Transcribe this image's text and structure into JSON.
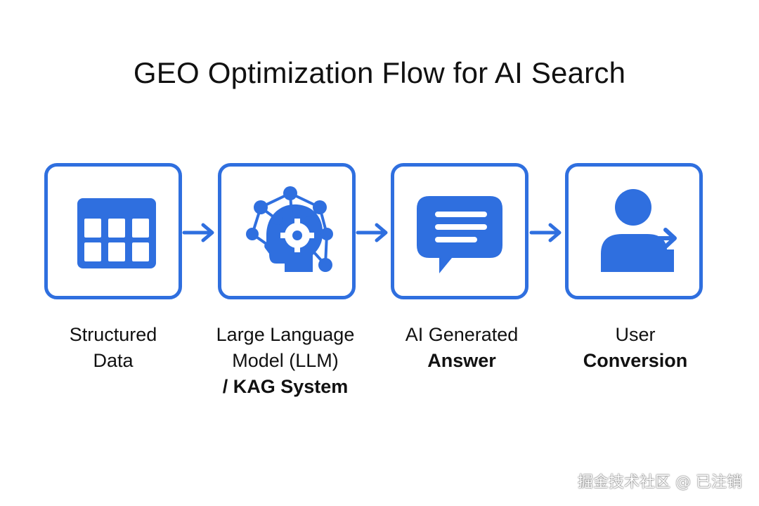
{
  "title": "GEO Optimization Flow for AI Search",
  "accent_color": "#2f6fdf",
  "steps": [
    {
      "icon": "table-icon",
      "lines": [
        "Structured",
        "Data"
      ]
    },
    {
      "icon": "brain-network-icon",
      "lines": [
        "Large Language",
        "Model (LLM)",
        "/ KAG System"
      ]
    },
    {
      "icon": "chat-bubble-icon",
      "lines": [
        "AI Generated",
        "Answer"
      ]
    },
    {
      "icon": "user-arrow-icon",
      "lines": [
        "User",
        "Conversion"
      ]
    }
  ],
  "watermark": "掘金技术社区 @ 已注销"
}
